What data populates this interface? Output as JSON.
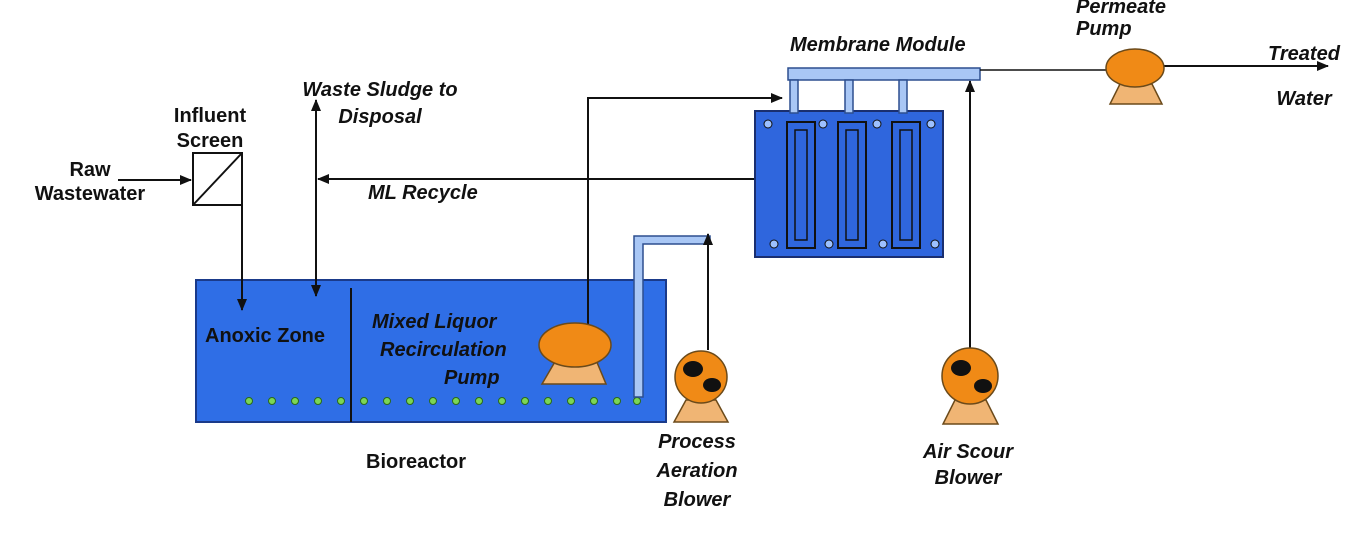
{
  "labels": {
    "raw_wastewater": [
      "Raw",
      "Wastewater"
    ],
    "influent_screen": [
      "Influent",
      "Screen"
    ],
    "waste_sludge": [
      "Waste Sludge to",
      "Disposal"
    ],
    "membrane_module": "Membrane Module",
    "permeate_pump": [
      "Permeate",
      "Pump"
    ],
    "treated_water": [
      "Treated",
      "Water"
    ],
    "ml_recycle": "ML Recycle",
    "anoxic_zone": "Anoxic Zone",
    "mixed_liquor_pump": [
      "Mixed Liquor",
      "Recirculation",
      "Pump"
    ],
    "bioreactor": "Bioreactor",
    "process_aeration_blower": [
      "Process",
      "Aeration",
      "Blower"
    ],
    "air_scour_blower": [
      "Air Scour",
      "Blower"
    ]
  },
  "colors": {
    "tank": "#2f6ee6",
    "tank_border": "#1a3a8a",
    "module": "#2f66dd",
    "pump": "#f08a16",
    "pump_base": "#f0b574",
    "pipe": "#a9c7f5",
    "bubble": "#7bd654",
    "line": "#111111"
  }
}
